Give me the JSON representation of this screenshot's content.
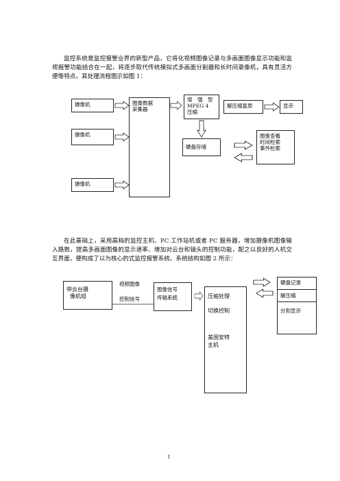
{
  "paragraphs": [
    "监控系统是监控报警业界的新型产品，它将化视频图像记录与多画面图像显示功能和监视报警功能结合在一起，将逐步取代传统模拟式多画面分割器和长时间录像机，具有灵活方便等特点。其处理流程图示如图 1：",
    "在此基础上，采用高档的监控主机、PC 工作站机或者 PC 服务器，增加摄像机图像输入路数，提高多画面图像的显示速率、增加对云台和镜头的控制功能，配之以良好的人机交互界面，便构成了以为核心的式监控报警系统。系统结构如图 2 所示："
  ],
  "figure1": {
    "camera_1": "摄像机",
    "camera_2": "摄像机",
    "camera_3": "摄像机",
    "collector": [
      "图像数据",
      "采集器"
    ],
    "mpeg": [
      "增　强　型",
      "MPEG 4",
      "压缩"
    ],
    "decompress": "解压缩复原",
    "display": "显示",
    "disk": "硬盘存储",
    "query": [
      "图像查看",
      "时间检索",
      "事件检索"
    ]
  },
  "figure2": {
    "camera_group": [
      "带云台摄",
      "像机组"
    ],
    "video_label": "视频图像",
    "control_label": "控制信号",
    "transmission": [
      "图像信号",
      "传输系统"
    ],
    "host": [
      "压缩处理",
      "切换控制",
      "美国安特",
      "主机"
    ],
    "disk_record": "硬盘记录",
    "decompress": "解压缩",
    "split_display": "分割显示"
  },
  "page_number": "1"
}
